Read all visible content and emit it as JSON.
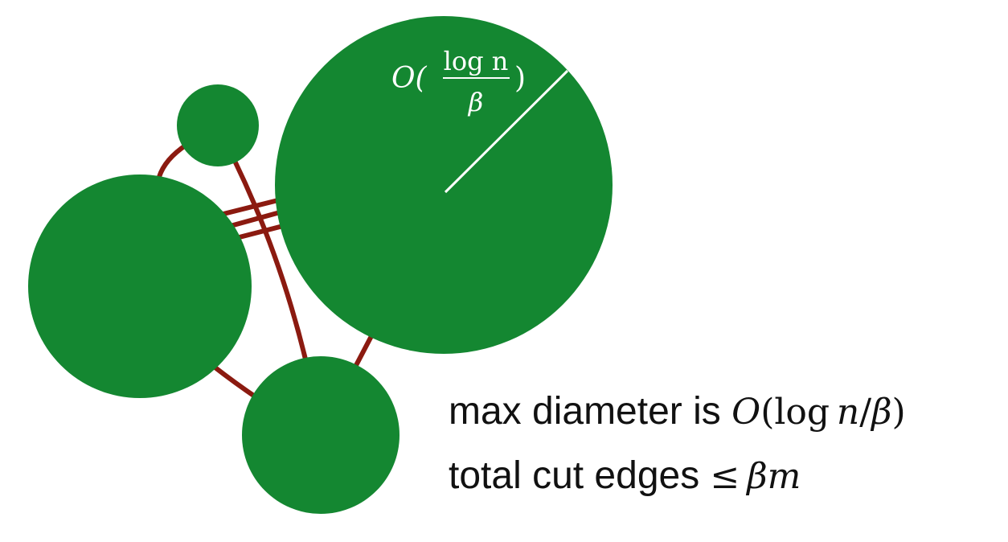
{
  "diagram": {
    "colors": {
      "cluster_fill": "#148731",
      "cut_edge": "#8b1a10",
      "radius_line": "#ffffff",
      "text": "#111111"
    },
    "radius_label": {
      "prefix": "O(",
      "numerator": "log n",
      "denominator": "β",
      "suffix": ")"
    },
    "captions": {
      "line1_text": "max diameter is ",
      "line1_math": {
        "O": "O",
        "open": "(",
        "log": "log",
        "n": "n",
        "slash": "/",
        "beta": "β",
        "close": ")"
      },
      "line2_text": "total cut edges ",
      "line2_math": {
        "leq": "≤",
        "beta": "β",
        "m": "m"
      }
    }
  }
}
